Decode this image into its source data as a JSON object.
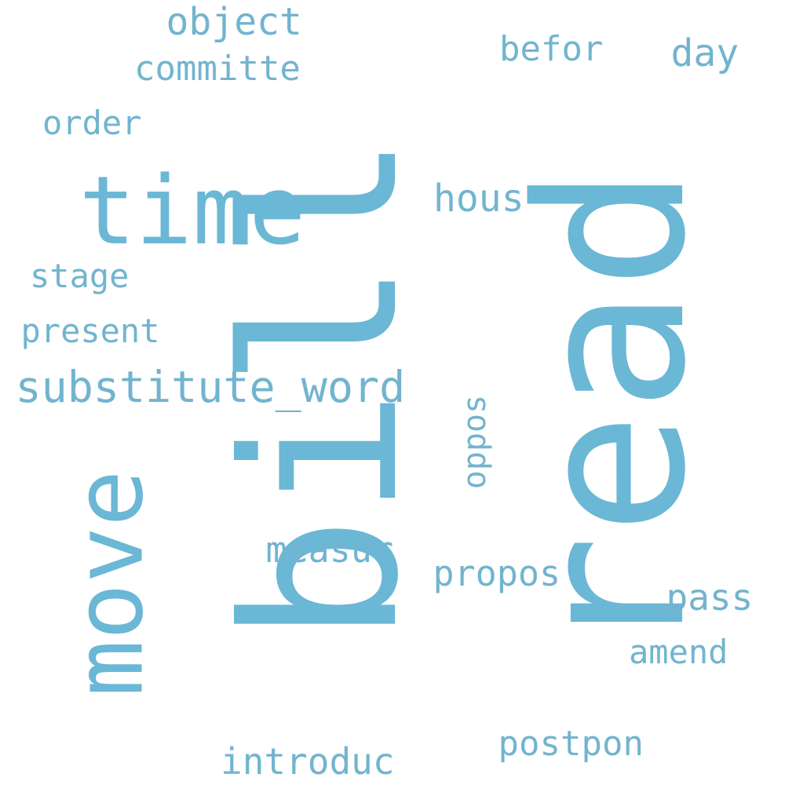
{
  "accent_color": "#6bb7d6",
  "background_color": "#ffffff",
  "words": [
    {
      "id": "bill",
      "text": "bill",
      "orientation": "vertical"
    },
    {
      "id": "read",
      "text": "read",
      "orientation": "vertical"
    },
    {
      "id": "time",
      "text": "time",
      "orientation": "horizontal"
    },
    {
      "id": "move",
      "text": "move",
      "orientation": "vertical"
    },
    {
      "id": "substitute_word",
      "text": "substitute_word",
      "orientation": "horizontal"
    },
    {
      "id": "object",
      "text": "object",
      "orientation": "horizontal"
    },
    {
      "id": "committe",
      "text": "committe",
      "orientation": "horizontal"
    },
    {
      "id": "befor",
      "text": "befor",
      "orientation": "horizontal"
    },
    {
      "id": "day",
      "text": "day",
      "orientation": "horizontal"
    },
    {
      "id": "order",
      "text": "order",
      "orientation": "horizontal"
    },
    {
      "id": "hous",
      "text": "hous",
      "orientation": "horizontal"
    },
    {
      "id": "stage",
      "text": "stage",
      "orientation": "horizontal"
    },
    {
      "id": "present",
      "text": "present",
      "orientation": "horizontal"
    },
    {
      "id": "oppos",
      "text": "oppos",
      "orientation": "vertical"
    },
    {
      "id": "measur",
      "text": "measur",
      "orientation": "horizontal"
    },
    {
      "id": "propos",
      "text": "propos",
      "orientation": "horizontal"
    },
    {
      "id": "pass",
      "text": "pass",
      "orientation": "horizontal"
    },
    {
      "id": "amend",
      "text": "amend",
      "orientation": "horizontal"
    },
    {
      "id": "postpon",
      "text": "postpon",
      "orientation": "horizontal"
    },
    {
      "id": "introduc",
      "text": "introduc",
      "orientation": "horizontal"
    }
  ]
}
